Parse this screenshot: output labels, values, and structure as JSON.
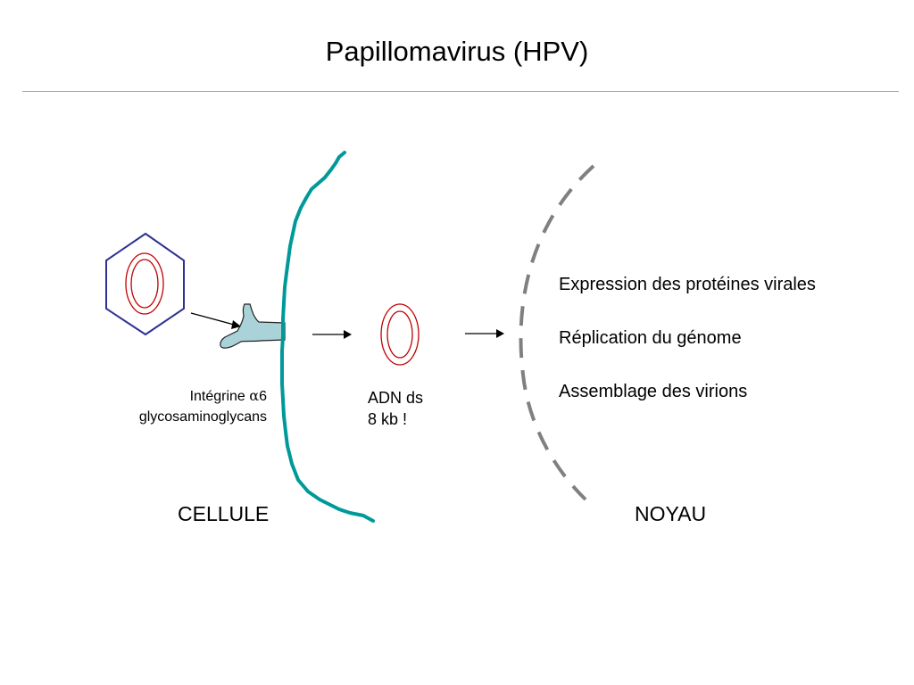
{
  "title": "Papillomavirus (HPV)",
  "receptor": {
    "line1_prefix": "Intégrine ",
    "line1_greek": "α",
    "line1_suffix": "6",
    "line2": "glycosaminoglycans"
  },
  "dna": {
    "line1": "ADN ds",
    "line2": "8 kb !"
  },
  "nucleus_steps": [
    "Expression des protéines virales",
    "Réplication du génome",
    "Assemblage des virions"
  ],
  "zones": {
    "cell": "CELLULE",
    "nucleus": "NOYAU"
  },
  "colors": {
    "capsid": "#2e3192",
    "dna": "#c00000",
    "membrane": "#009999",
    "receptor_fill": "#a9d3d9",
    "nuclear_envelope": "#808080",
    "arrow": "#000000",
    "divider": "#a6a6a6"
  }
}
